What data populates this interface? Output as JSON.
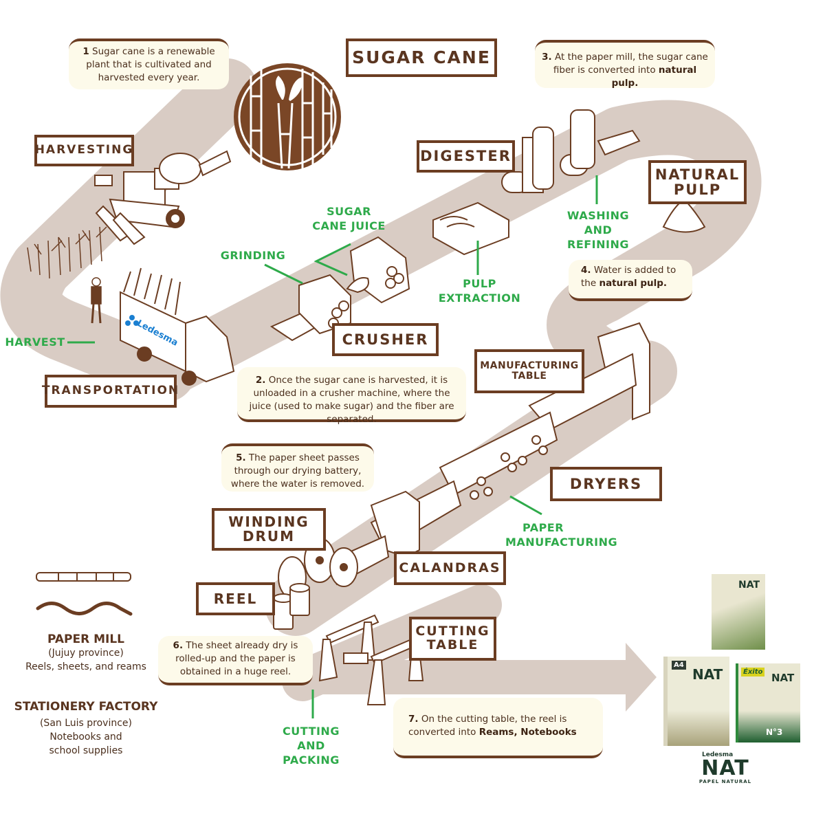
{
  "title": "SUGAR CANE",
  "stages": {
    "harvesting": "HARVESTING",
    "transportation": "TRANSPORTATION",
    "crusher": "CRUSHER",
    "digester": "DIGESTER",
    "natural_pulp": "NATURAL PULP",
    "manufacturing_table": "MANUFACTURING TABLE",
    "dryers": "DRYERS",
    "winding_drum": "WINDING DRUM",
    "calandras": "CALANDRAS",
    "reel": "REEL",
    "cutting_table": "CUTTING TABLE"
  },
  "processes": {
    "harvest": "HARVEST",
    "grinding": "GRINDING",
    "sugar_cane_juice": "SUGAR CANE JUICE",
    "pulp_extraction": "PULP EXTRACTION",
    "washing_refining": "WASHING AND REFINING",
    "paper_manufacturing": "PAPER MANUFACTURING",
    "cutting_packing": "CUTTING AND PACKING"
  },
  "notes": {
    "n1": {
      "num": "1",
      "text": "Sugar cane is a renewable plant that is cultivated and harvested every year."
    },
    "n2": {
      "num": "2.",
      "text": "Once the sugar cane is harvested, it is unloaded in a crusher machine, where the juice (used to make sugar) and the fiber are separated."
    },
    "n3": {
      "num": "3.",
      "text": "At the paper mill, the sugar cane fiber is converted into ",
      "bold": "natural pulp."
    },
    "n4": {
      "num": "4.",
      "text": "Water is added to the ",
      "bold": "natural pulp."
    },
    "n5": {
      "num": "5.",
      "text": "The paper sheet passes through our drying battery, where the water is removed."
    },
    "n6": {
      "num": "6.",
      "text": "The sheet already dry is rolled-up and the paper is obtained in a huge reel."
    },
    "n7": {
      "num": "7.",
      "text": "On the cutting table, the reel is converted into ",
      "bold": "Reams, Notebooks"
    }
  },
  "legend": {
    "paper_mill": {
      "title": "PAPER MILL",
      "location": "(Jujuy province)",
      "products": "Reels, sheets, and reams"
    },
    "stationery": {
      "title": "STATIONERY FACTORY",
      "location": "(San Luis province)",
      "products": "Notebooks and school supplies"
    }
  },
  "truck_brand": "Ledesma",
  "products": {
    "notebook_brand": "NAT",
    "ream_a4_label": "A4",
    "ream_a4_brand": "NAT",
    "exito_label": "Éxito",
    "exito_brand": "NAT",
    "exito_number": "N°3"
  },
  "logo": {
    "company": "Ledesma",
    "brand": "NAT",
    "tagline": "PAPEL NATURAL"
  },
  "colors": {
    "brown": "#6b3d22",
    "path": "#d9ccc4",
    "green": "#2eaa4a",
    "note_bg": "#fdfaea",
    "brand_blue": "#1a7fd1",
    "nat_green": "#1f3b2c"
  }
}
